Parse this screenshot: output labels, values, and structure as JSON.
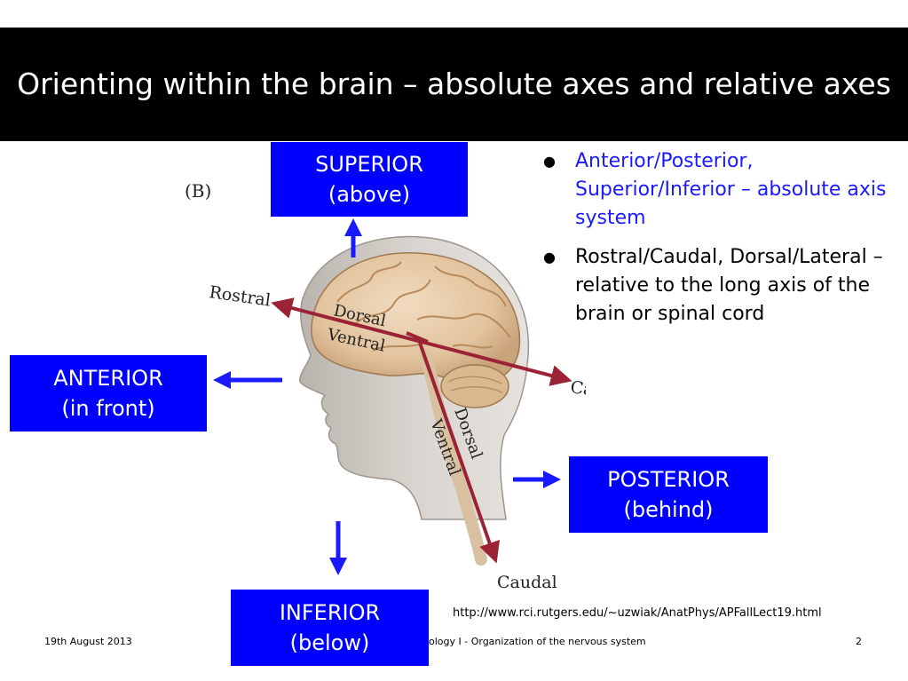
{
  "slide": {
    "title": "Orienting within the brain – absolute axes and relative axes"
  },
  "directions": {
    "superior": {
      "word": "SUPERIOR",
      "meaning": "(above)"
    },
    "anterior": {
      "word": "ANTERIOR",
      "meaning": "(in front)"
    },
    "posterior": {
      "word": "POSTERIOR",
      "meaning": "(behind)"
    },
    "inferior": {
      "word": "INFERIOR",
      "meaning": "(below)"
    }
  },
  "bullets": [
    {
      "text": "Anterior/Posterior, Superior/Inferior – absolute axis system"
    },
    {
      "text": "Rostral/Caudal, Dorsal/Lateral – relative to the long axis of the brain or spinal cord"
    }
  ],
  "figure": {
    "panel_label": "(B)",
    "labels": {
      "rostral": "Rostral",
      "caudal_brain": "Caudal",
      "dorsal_brain": "Dorsal",
      "ventral_brain": "Ventral",
      "dorsal_cord": "Dorsal",
      "ventral_cord": "Ventral",
      "caudal_cord": "Caudal"
    }
  },
  "source_url": "http://www.rci.rutgers.edu/~uzwiak/AnatPhys/APFallLect19.html",
  "footer": {
    "date": "19th August 2013",
    "course": "ology I - Organization of the nervous system",
    "page": "2"
  },
  "colors": {
    "title_bg": "#000000",
    "box_bg": "#0000ff",
    "arrow": "#1a1aff",
    "axis_line": "#9b2335",
    "bullet_blue": "#1a1aff"
  }
}
